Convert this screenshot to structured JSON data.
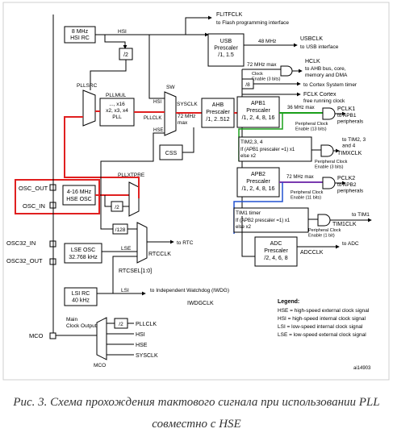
{
  "labels": {
    "hsi_rc": "8 MHz\nHSI RC",
    "hsi": "HSI",
    "flitfclk": "FLITFCLK",
    "flitf_note": "to Flash programming interface",
    "div2_top": "/2",
    "usb_prescaler": "USB\nPrescaler\n/1, 1.5",
    "usb_48mhz": "48 MHz",
    "usbclk": "USBCLK",
    "usbclk_note": "to USB interface",
    "max72_top": "72 MHz max",
    "hclk": "HCLK",
    "hclk_note": "to AHB bus, core,\nmemory and DMA",
    "clock_enable3": "Clock\nEnable (3 bits)",
    "div8": "/8",
    "cortex_timer": "to Cortex System timer",
    "fclk": "FCLK Cortex",
    "fclk_note": "free running clock",
    "pllsrc": "PLLSRC",
    "pllmul": "PLLMUL",
    "pll_block": "..., x16\nx2, x3, x4\nPLL",
    "sw": "SW",
    "hsi_sw": "HSI",
    "pllclk_sw": "PLLCLK",
    "hse_sw": "HSE",
    "sysclk": "SYSCLK",
    "sysclk_max": "72 MHz\nmax",
    "ahb_prescaler": "AHB\nPrescaler\n/1, 2..512",
    "apb1_prescaler": "APB1\nPrescaler\n/1, 2, 4, 8, 16",
    "max36": "36 MHz max",
    "pclk1": "PCLK1",
    "pclk1_note": "to APB1\nperipherals",
    "periph_clock_enable13": "Peripheral Clock\nEnable (13 bits)",
    "tim234": "TIM2,3, 4",
    "tim234_note": "If (APB1 prescaler =1) x1\nelse                              x2",
    "to_tim234": "to TIM2, 3\nand 4",
    "timxclk": "TIMXCLK",
    "periph_clock_enable3": "Peripheral Clock\nEnable (3 bits)",
    "css": "CSS",
    "apb2_prescaler": "APB2\nPrescaler\n/1, 2, 4, 8, 16",
    "max72_apb2": "72 MHz max",
    "pclk2": "PCLK2",
    "pclk2_note": "to APB2\nperipherals",
    "periph_clock_enable11": "Peripheral Clock\nEnable (11 bits)",
    "tim1": "TIM1 timer",
    "tim1_note": "If (APB2 prescaler =1) x1\nelse                              x2",
    "to_tim1": "to TIM1",
    "tim1clk": "TIM1CLK",
    "periph_clock_enable1": "Peripheral Clock\nEnable (1 bit)",
    "adc_prescaler": "ADC\nPrescaler\n/2, 4, 6, 8",
    "to_adc": "to ADC",
    "adcclk": "ADCCLK",
    "osc_out": "OSC_OUT",
    "osc_in": "OSC_IN",
    "hse_osc": "4-16 MHz\nHSE OSC",
    "pllxtpre": "PLLXTPRE",
    "div2_hse": "/2",
    "osc32_in": "OSC32_IN",
    "osc32_out": "OSC32_OUT",
    "lse_osc": "LSE OSC\n32.768 kHz",
    "div128": "/128",
    "lse": "LSE",
    "to_rtc": "to RTC",
    "rtcclk": "RTCCLK",
    "rtcsel": "RTCSEL[1:0]",
    "lsi_rc": "LSI RC\n40 kHz",
    "lsi": "LSI",
    "to_iwdg": "to Independent Watchdog (IWDG)",
    "iwdgclk": "IWDGCLK",
    "mco": "MCO",
    "main_clock_output": "Main\nClock Output",
    "div2_mco": "/2",
    "mco_pllclk": "PLLCLK",
    "mco_hsi": "HSI",
    "mco_hse": "HSE",
    "mco_sysclk": "SYSCLK",
    "mco_mux": "MCO",
    "legend_title": "Legend:",
    "legend_hse": "HSE = high-speed external clock signal",
    "legend_hsi": "HSI = high-speed internal clock signal",
    "legend_lsi": "LSI = low-speed internal clock signal",
    "legend_lse": "LSE = low-speed external clock signal",
    "figure_id": "ai14903"
  },
  "caption": "Рис. 3. Схема прохождения тактового сигнала при использовании PLL совместно с HSE",
  "colors": {
    "highlight": "#e02020",
    "apb1_path": "#1aa01a",
    "apb2_path": "#7a3ab0",
    "tim1_path": "#2050d0",
    "line": "#000000",
    "caption": "#333333"
  }
}
